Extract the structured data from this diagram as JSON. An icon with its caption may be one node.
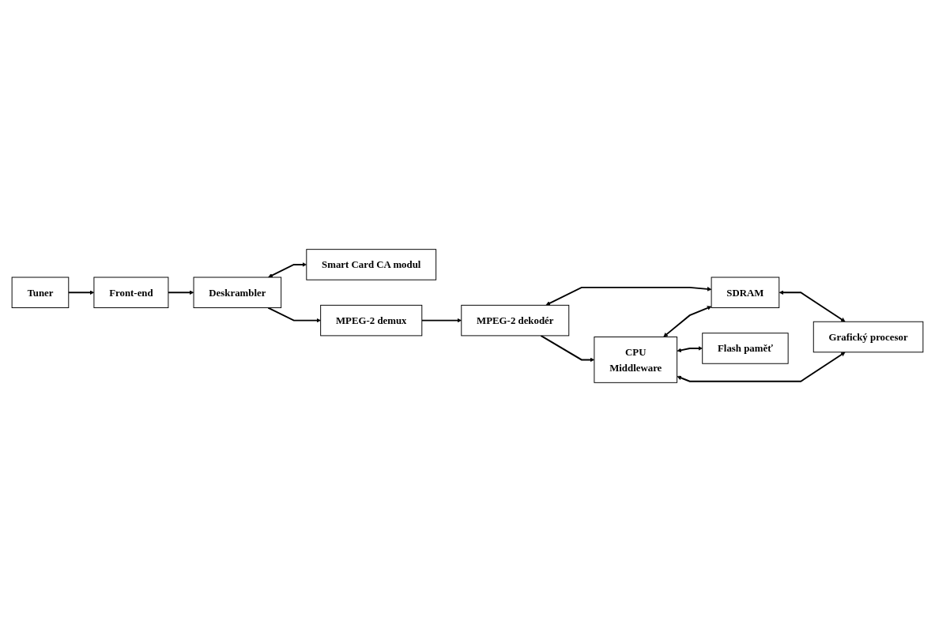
{
  "diagram": {
    "nodes": [
      {
        "text": [
          "Tuner"
        ]
      },
      {
        "text": [
          "Front-end"
        ]
      },
      {
        "text": [
          "Deskrambler"
        ]
      },
      {
        "text": [
          "Smart Card CA modul"
        ]
      },
      {
        "text": [
          "MPEG-2 demux"
        ]
      },
      {
        "text": [
          "MPEG-2 dekodér"
        ]
      },
      {
        "text": [
          "SDRAM"
        ]
      },
      {
        "text": [
          "Grafický procesor"
        ]
      },
      {
        "text": [
          "CPU",
          "Middleware"
        ]
      },
      {
        "text": [
          "Flash paměť"
        ]
      }
    ],
    "edges": [
      {
        "from": 0,
        "to": 1,
        "arrow": "to"
      },
      {
        "from": 1,
        "to": 2,
        "arrow": "to"
      },
      {
        "from": 2,
        "to": 3,
        "arrow": "both"
      },
      {
        "from": 2,
        "to": 4,
        "arrow": "to"
      },
      {
        "from": 4,
        "to": 5,
        "arrow": "to"
      },
      {
        "from": 5,
        "to": 8,
        "arrow": "to"
      },
      {
        "from": 5,
        "to": 6,
        "arrow": "both"
      },
      {
        "from": 8,
        "to": 6,
        "arrow": "both"
      },
      {
        "from": 6,
        "to": 7,
        "arrow": "both"
      },
      {
        "from": 8,
        "to": 7,
        "arrow": "both"
      },
      {
        "from": 8,
        "to": 9,
        "arrow": "both"
      }
    ]
  }
}
